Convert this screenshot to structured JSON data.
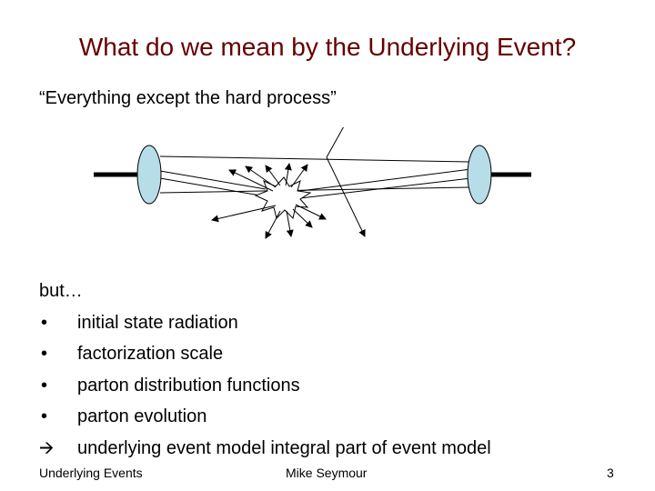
{
  "slide": {
    "title": "What do we mean by the Underlying Event?",
    "subtitle": "“Everything except the hard process”"
  },
  "diagram": {
    "hadron_fill": "#b7dde8",
    "line_color": "#000000"
  },
  "body": {
    "intro": "but…",
    "items": [
      {
        "marker": "•",
        "text": "initial state radiation"
      },
      {
        "marker": "•",
        "text": "factorization scale"
      },
      {
        "marker": "•",
        "text": "parton distribution functions"
      },
      {
        "marker": "•",
        "text": "parton evolution"
      },
      {
        "marker": "🡪",
        "text": "underlying event model integral part of event model"
      }
    ]
  },
  "footer": {
    "left": "Underlying Events",
    "center": "Mike Seymour",
    "page_number": "3"
  },
  "colors": {
    "title": "#660000",
    "text": "#000000"
  }
}
